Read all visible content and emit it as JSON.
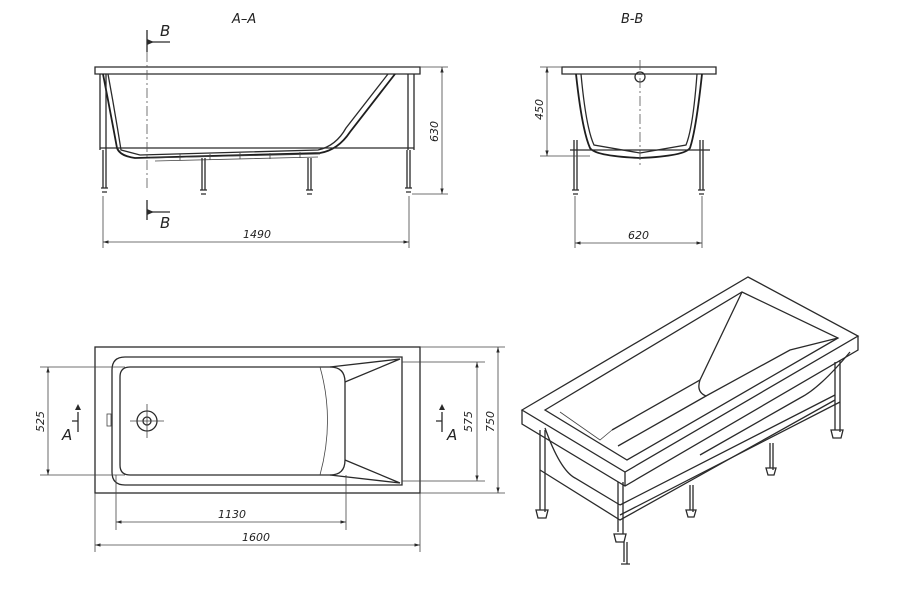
{
  "views": {
    "section_aa": {
      "title": "A–A",
      "cut_label": "B",
      "dim_length": "1490",
      "dim_height": "630"
    },
    "section_bb": {
      "title": "B-B",
      "dim_depth": "450",
      "dim_width": "620"
    },
    "plan": {
      "cut_label": "A",
      "dim_inner_width": "525",
      "dim_mid_width": "575",
      "dim_outer_width": "750",
      "dim_inner_length": "1130",
      "dim_outer_length": "1600"
    }
  }
}
